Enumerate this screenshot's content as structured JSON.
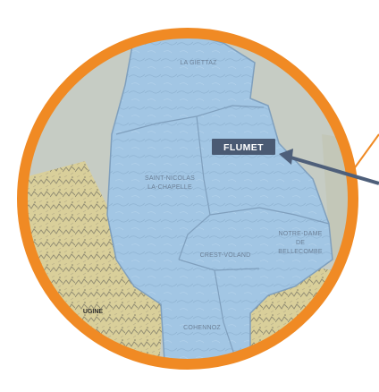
{
  "map": {
    "communes": {
      "la_giettaz": "LA GIETTAZ",
      "saint_nicolas_line1": "SAINT-NICOLAS",
      "saint_nicolas_line2": "LA-CHAPELLE",
      "crest_voland": "CREST-VOLAND",
      "notre_dame_line1": "NOTRE-DAME",
      "notre_dame_line2": "DE",
      "notre_dame_line3": "BELLECOMBE",
      "cohennoz": "COHENNOZ"
    },
    "town": "UGINE",
    "callout": "FLUMET"
  },
  "colors": {
    "ring": "#f08a24",
    "region_fill": "#9ec3e2",
    "region_border": "#7f9fbd",
    "terrain": "#d8cf9e",
    "callout_bg": "#4a5a73",
    "arrow": "#4e5f7a"
  }
}
